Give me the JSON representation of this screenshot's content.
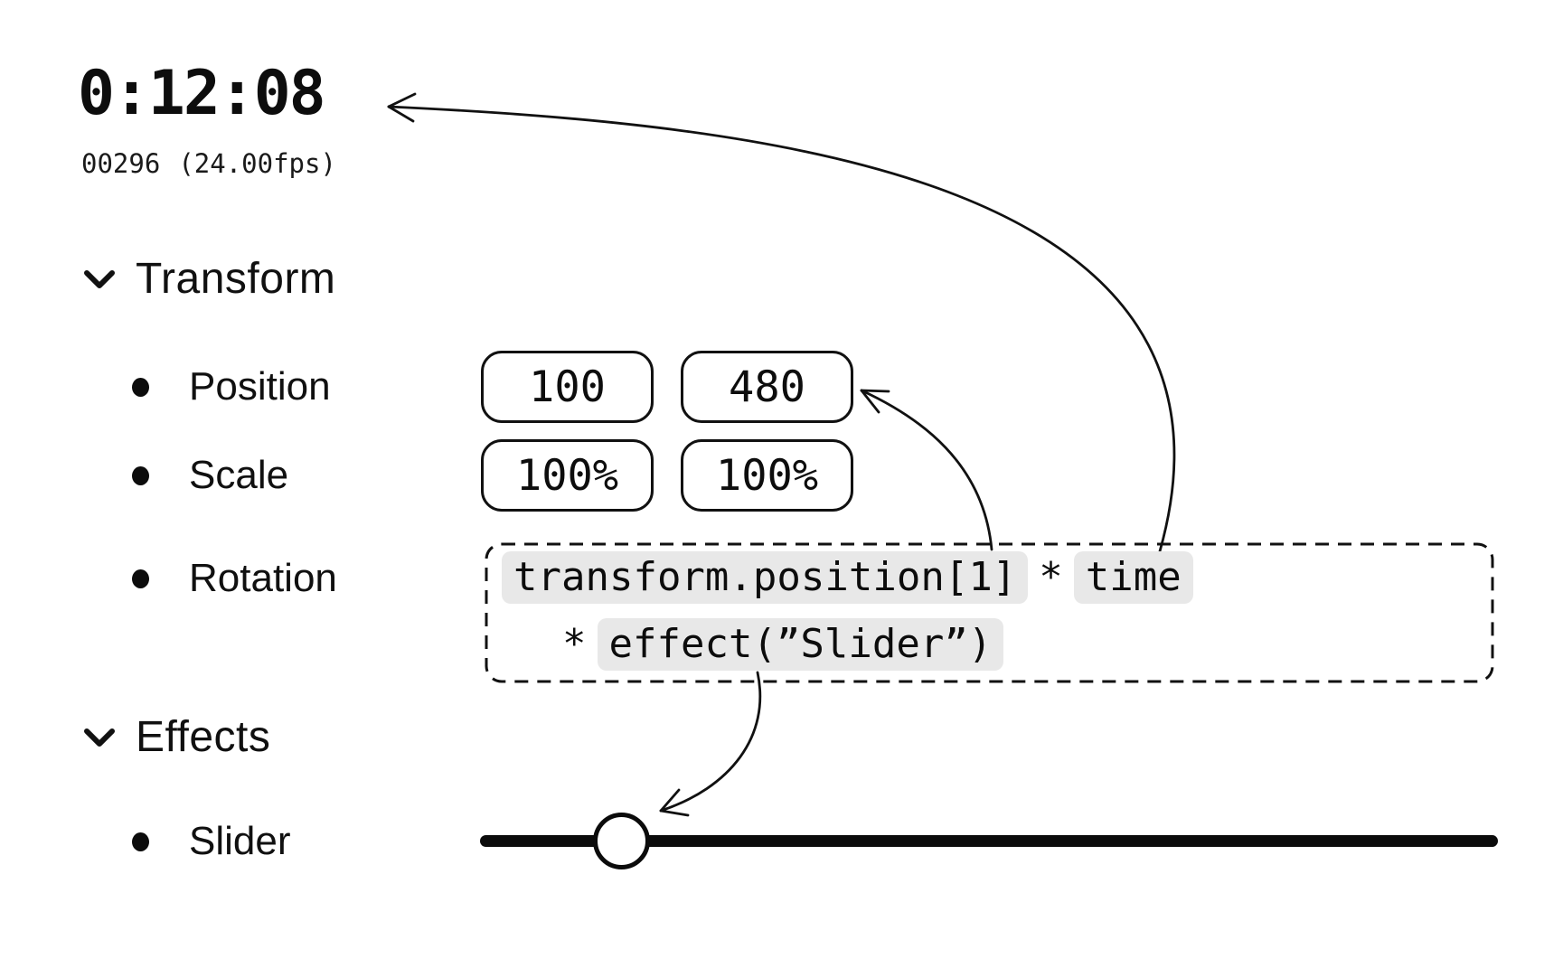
{
  "timecode": {
    "time": "0:12:08",
    "frame": "00296",
    "fps": "(24.00fps)"
  },
  "transform": {
    "label": "Transform",
    "rows": {
      "position": {
        "label": "Position",
        "x": "100",
        "y": "480"
      },
      "scale": {
        "label": "Scale",
        "x": "100%",
        "y": "100%"
      },
      "rotation": {
        "label": "Rotation",
        "expression": {
          "line1_token1": "transform.position[1]",
          "line1_op": "*",
          "line1_token2": "time",
          "line2_op": "*",
          "line2_token1": "effect(”Slider”)"
        }
      }
    }
  },
  "effects": {
    "label": "Effects",
    "rows": {
      "slider": {
        "label": "Slider"
      }
    }
  },
  "icons": {
    "transform_collapse": "chevron-down",
    "effects_collapse": "chevron-down",
    "property_bullet": "filled-dot",
    "arrow_style": "open-arrowhead"
  },
  "colors": {
    "ink": "#111111",
    "chip_background": "#e8e8e8",
    "canvas": "#ffffff"
  }
}
